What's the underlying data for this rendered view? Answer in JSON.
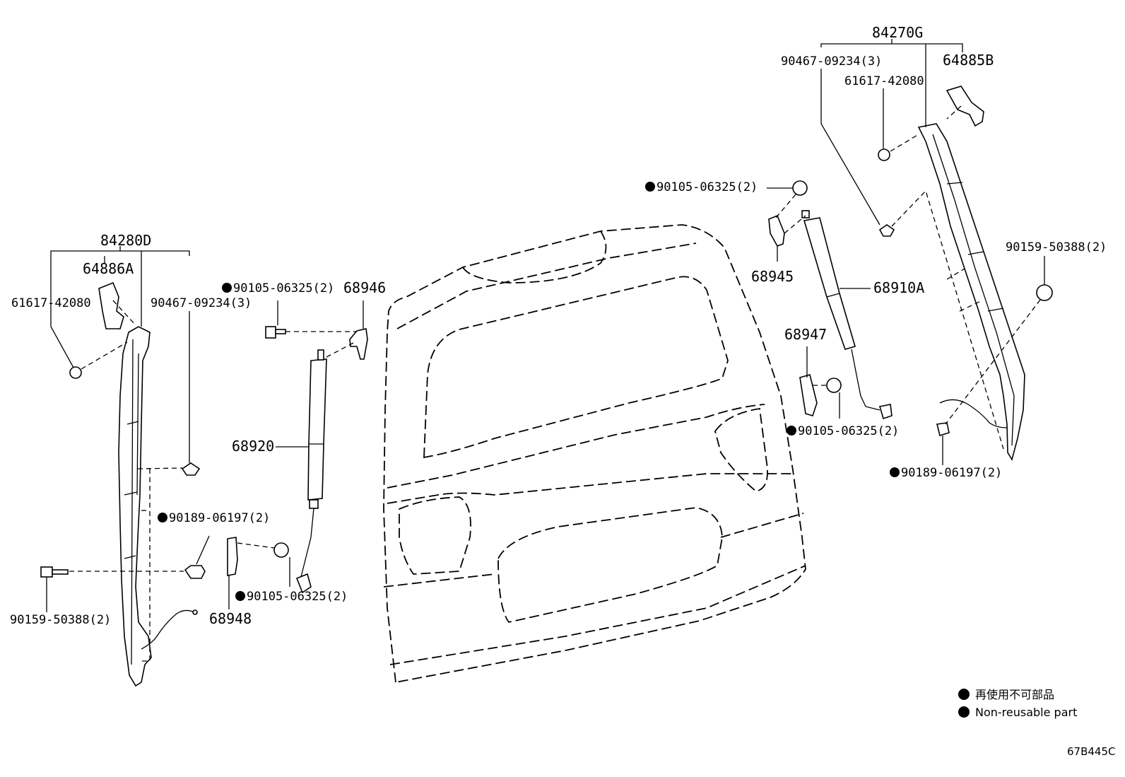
{
  "diagram": {
    "labels": {
      "p84280D": "84280D",
      "p64886A": "64886A",
      "p61617_left": "61617-42080",
      "p90467_left": "90467-09234(3)",
      "p90105_a": "90105-06325(2)",
      "p68946": "68946",
      "p68920": "68920",
      "p90189_left": "90189-06197(2)",
      "p90159_left": "90159-50388(2)",
      "p68948": "68948",
      "p90105_b": "90105-06325(2)",
      "p84270G": "84270G",
      "p90467_right": "90467-09234(3)",
      "p64885B": "64885B",
      "p61617_right": "61617-42080",
      "p90105_c": "90105-06325(2)",
      "p68945": "68945",
      "p68910A": "68910A",
      "p68947": "68947",
      "p90105_d": "90105-06325(2)",
      "p90159_right": "90159-50388(2)",
      "p90189_right": "90189-06197(2)"
    },
    "legend": {
      "japanese": "再使用不可部品",
      "english": "Non-reusable part"
    },
    "figure_code": "67B445C"
  }
}
